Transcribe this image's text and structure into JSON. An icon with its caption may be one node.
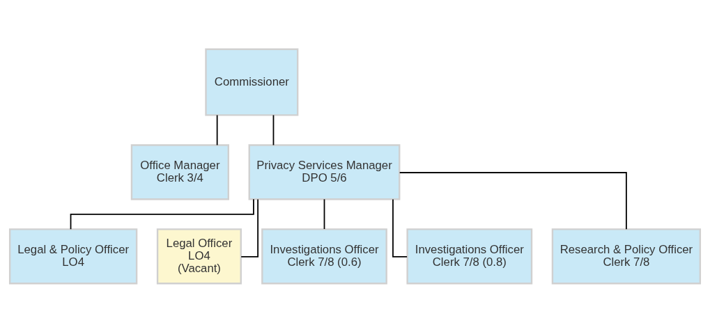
{
  "diagram": {
    "nodes": [
      {
        "text": [
          "Commissioner"
        ]
      },
      {
        "text": [
          "Office Manager",
          "Clerk 3/4"
        ]
      },
      {
        "text": [
          "Privacy Services Manager",
          "DPO 5/6"
        ]
      },
      {
        "text": [
          "Legal & Policy Officer",
          "LO4"
        ]
      },
      {
        "text": [
          "Legal Officer",
          "LO4",
          "(Vacant)"
        ]
      },
      {
        "text": [
          "Investigations Officer",
          "Clerk 7/8 (0.6)"
        ]
      },
      {
        "text": [
          "Investigations Officer",
          "Clerk 7/8 (0.8)"
        ]
      },
      {
        "text": [
          "Research & Policy Officer",
          "Clerk 7/8"
        ]
      }
    ],
    "edges": [
      {
        "from": 0,
        "to": 1,
        "arrow": "none"
      },
      {
        "from": 0,
        "to": 2,
        "arrow": "none"
      },
      {
        "from": 2,
        "to": 3,
        "arrow": "none"
      },
      {
        "from": 2,
        "to": 4,
        "arrow": "none"
      },
      {
        "from": 2,
        "to": 5,
        "arrow": "none"
      },
      {
        "from": 2,
        "to": 6,
        "arrow": "none"
      },
      {
        "from": 2,
        "to": 7,
        "arrow": "none"
      }
    ]
  }
}
